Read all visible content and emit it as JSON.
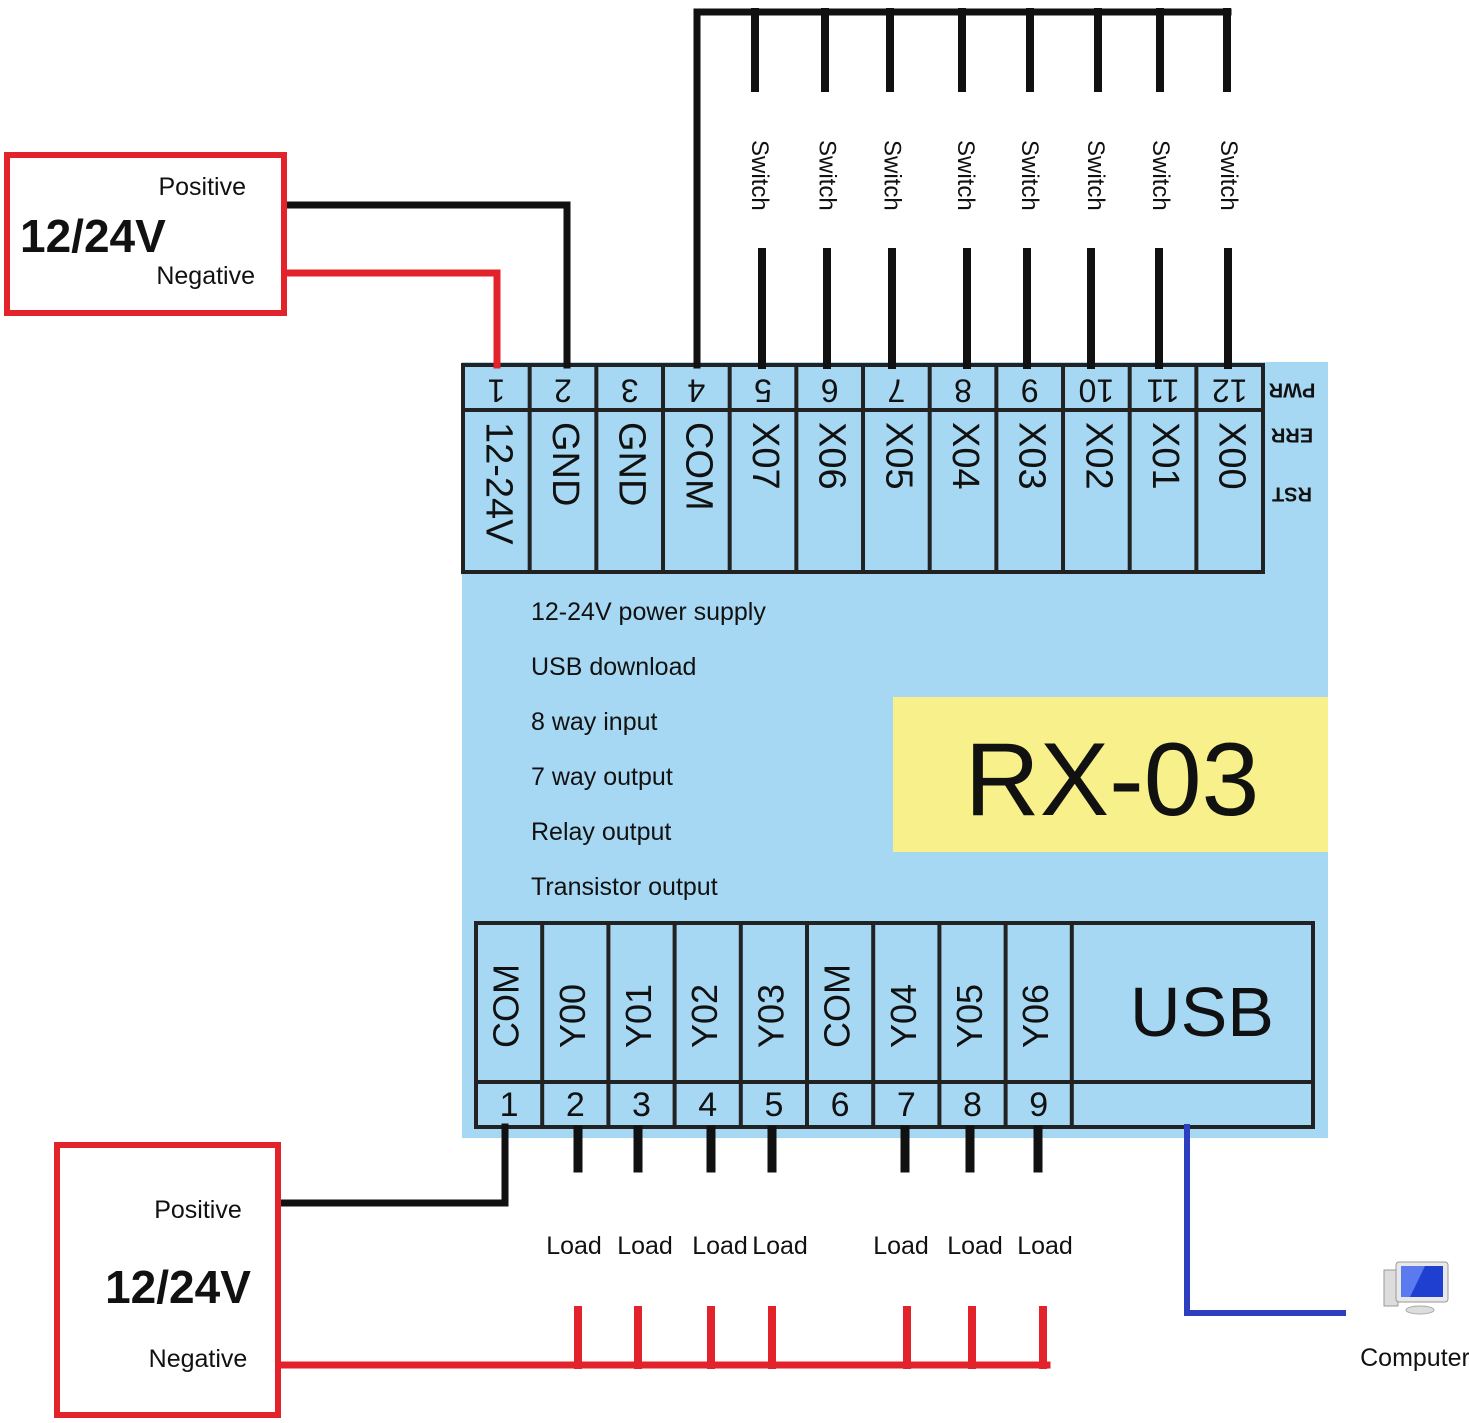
{
  "colors": {
    "board": "#a7d8f3",
    "label_box": "#f8f08a",
    "power_box": "#e3232b",
    "wire_black": "#111111",
    "wire_red": "#e3232b",
    "wire_usb": "#2b3fc0"
  },
  "power_top": {
    "positive": "Positive",
    "voltage": "12/24V",
    "negative": "Negative"
  },
  "power_bottom": {
    "positive": "Positive",
    "voltage": "12/24V",
    "negative": "Negative"
  },
  "switches": [
    "Switch",
    "Switch",
    "Switch",
    "Switch",
    "Switch",
    "Switch",
    "Switch",
    "Switch"
  ],
  "top_terminals": {
    "numbers": [
      "1",
      "2",
      "3",
      "4",
      "5",
      "6",
      "7",
      "8",
      "9",
      "10",
      "11",
      "12"
    ],
    "labels": [
      "12-24V",
      "GND",
      "GND",
      "COM",
      "X07",
      "X06",
      "X05",
      "X04",
      "X03",
      "X02",
      "X01",
      "X00"
    ]
  },
  "indicators": [
    "PWR",
    "ERR",
    "RST"
  ],
  "features": [
    "12-24V power supply",
    "USB download",
    "8 way input",
    "7 way output",
    "Relay output",
    "Transistor output"
  ],
  "model": "RX-03",
  "bottom_terminals": {
    "labels": [
      "COM",
      "Y00",
      "Y01",
      "Y02",
      "Y03",
      "COM",
      "Y04",
      "Y05",
      "Y06"
    ],
    "numbers": [
      "1",
      "2",
      "3",
      "4",
      "5",
      "6",
      "7",
      "8",
      "9"
    ],
    "usb": "USB"
  },
  "loads": [
    "Load",
    "Load",
    "Load",
    "Load",
    "Load",
    "Load",
    "Load"
  ],
  "computer": {
    "label": "Computer",
    "icon": "computer-icon"
  }
}
